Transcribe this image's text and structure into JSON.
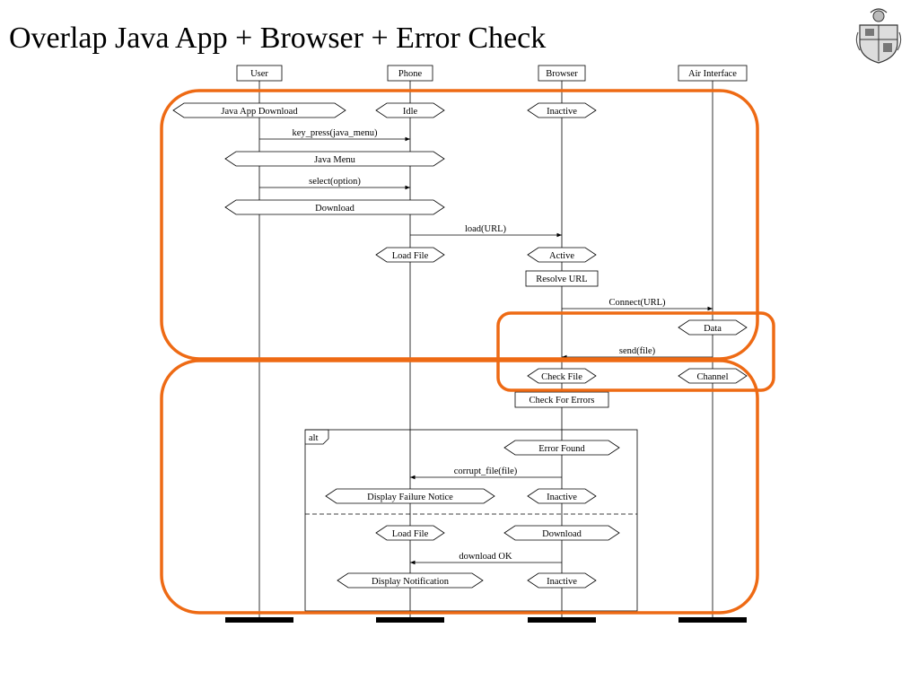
{
  "slide": {
    "title": "Overlap Java App + Browser + Error Check"
  },
  "lifelines": [
    "User",
    "Phone",
    "Browser",
    "Air Interface"
  ],
  "states": [
    "Java App Download",
    "Idle",
    "Inactive",
    "Java Menu",
    "Download",
    "Load File",
    "Active",
    "Data",
    "Check File",
    "Channel",
    "Error Found",
    "Display Failure Notice",
    "Inactive",
    "Load File",
    "Download",
    "Display Notification",
    "Inactive"
  ],
  "messages": [
    "key_press(java_menu)",
    "select(option)",
    "load(URL)",
    "Connect(URL)",
    "send(file)",
    "corrupt_file(file)",
    "download OK"
  ],
  "actions": [
    "Resolve URL",
    "Check For Errors"
  ],
  "fragment": {
    "operator": "alt"
  },
  "colors": {
    "highlight": "#ee6a14",
    "line": "#000000"
  },
  "icons": {
    "crest": "university-crest-icon"
  }
}
